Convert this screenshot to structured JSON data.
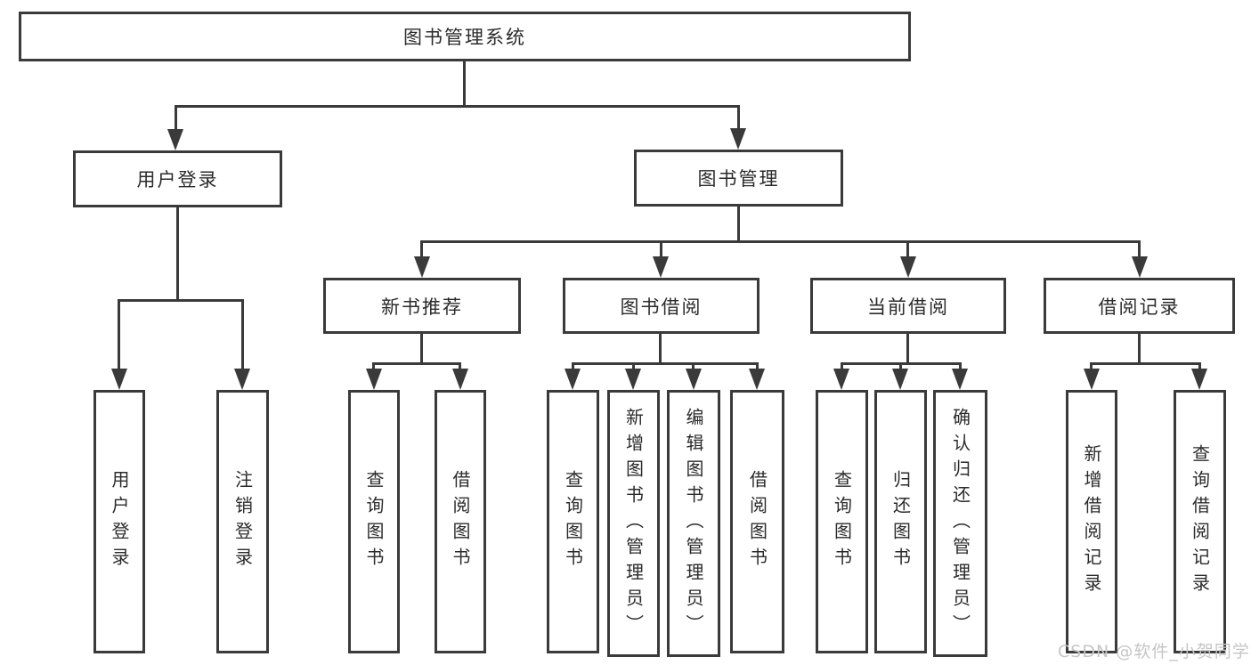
{
  "tree": {
    "root": "图书管理系统",
    "branches": [
      {
        "label": "用户登录",
        "children": [
          "用户登录",
          "注销登录"
        ]
      },
      {
        "label": "图书管理",
        "sections": [
          {
            "label": "新书推荐",
            "children": [
              "查询图书",
              "借阅图书"
            ]
          },
          {
            "label": "图书借阅",
            "children": [
              "查询图书",
              "新增图书（管理员）",
              "编辑图书（管理员）",
              "借阅图书"
            ]
          },
          {
            "label": "当前借阅",
            "children": [
              "查询图书",
              "归还图书",
              "确认归还（管理员）"
            ]
          },
          {
            "label": "借阅记录",
            "children": [
              "新增借阅记录",
              "查询借阅记录"
            ]
          }
        ]
      }
    ]
  },
  "watermark": {
    "text": "CSDN @软件_小贺同学"
  },
  "colors": {
    "line": "#3a3a3a",
    "text": "#2b2b2b",
    "watermark": "#c6c6c6",
    "background": "#ffffff"
  }
}
